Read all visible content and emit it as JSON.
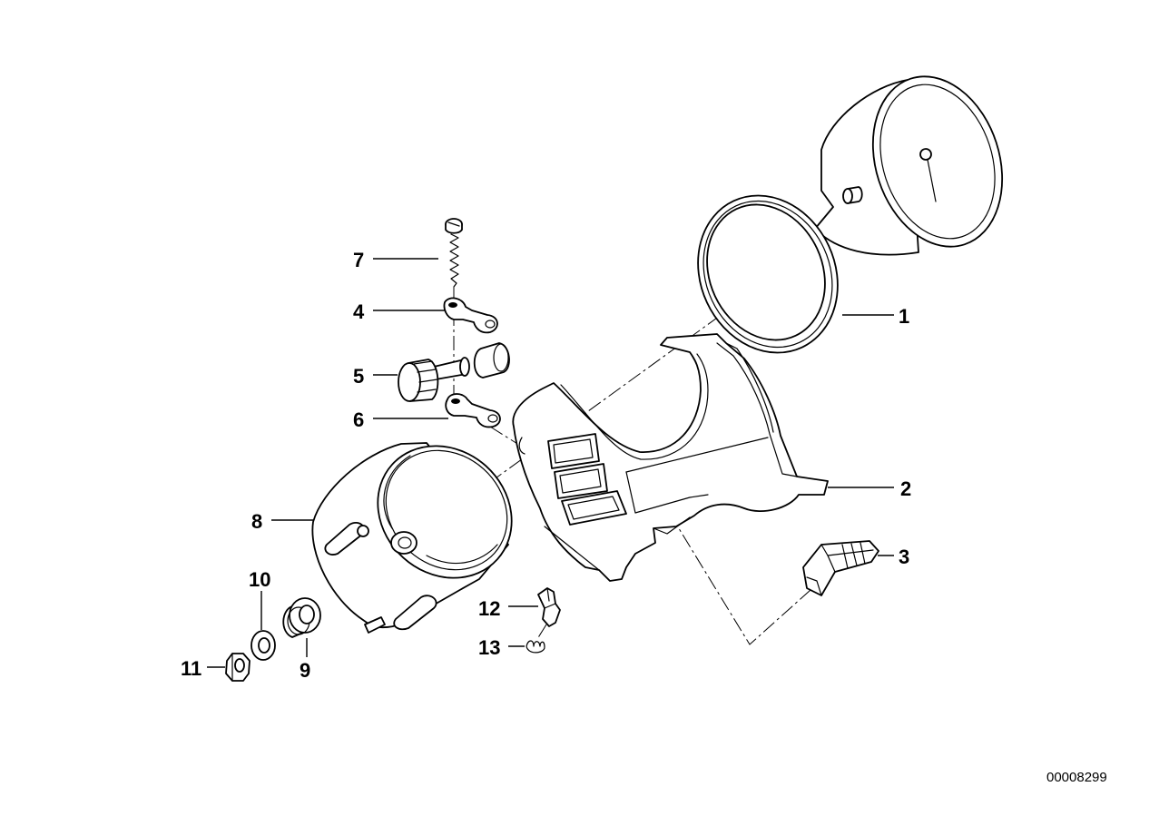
{
  "callouts": [
    "1",
    "2",
    "3",
    "4",
    "5",
    "6",
    "7",
    "8",
    "9",
    "10",
    "11",
    "12",
    "13"
  ],
  "reference_code": "00008299"
}
